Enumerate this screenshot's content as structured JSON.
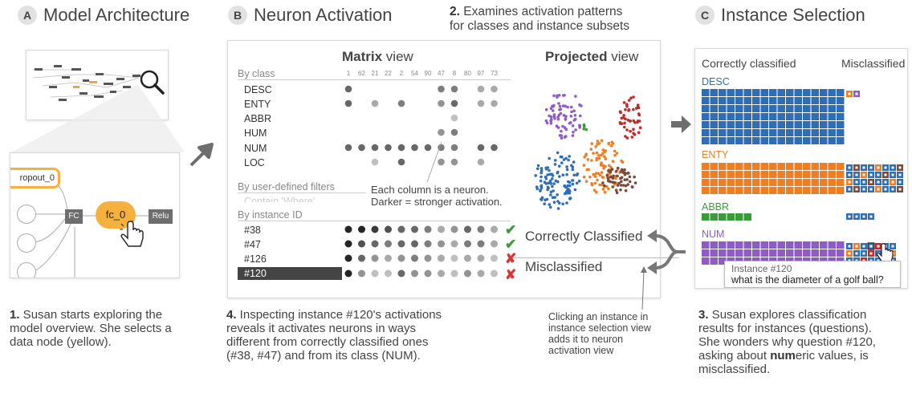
{
  "sections": {
    "a": {
      "letter": "A",
      "title": "Model Architecture"
    },
    "b": {
      "letter": "B",
      "title": "Neuron Activation"
    },
    "c": {
      "letter": "C",
      "title": "Instance Selection"
    }
  },
  "step2": {
    "num": "2.",
    "text": "Examines activation patterns",
    "text2": "for classes and instance subsets"
  },
  "model": {
    "nodes": {
      "dropout": "ropout_0",
      "fc": "FC",
      "fc0": "fc_0",
      "relu": "Relu"
    }
  },
  "activation": {
    "matrix_title_bold": "Matrix",
    "matrix_title_rest": " view",
    "projected_title_bold": "Projected",
    "projected_title_rest": " view",
    "by_class": "By class",
    "neuron_ids": [
      "1",
      "62",
      "21",
      "22",
      "2",
      "54",
      "90",
      "47",
      "8",
      "80",
      "97",
      "73"
    ],
    "classes": [
      "DESC",
      "ENTY",
      "ABBR",
      "HUM",
      "NUM",
      "LOC"
    ],
    "by_filters": "By user-defined filters",
    "filter_item": "Contain 'Where'",
    "by_instance": "By instance ID",
    "instances": [
      "#38",
      "#47",
      "#126",
      "#120"
    ],
    "annotation": "Each column is a neuron.",
    "annotation2": "Darker = stronger activation.",
    "correct_label": "Correctly Classified",
    "mis_label": "Misclassified"
  },
  "selection": {
    "correct_header": "Correctly classified",
    "mis_header": "Misclassified",
    "classes": [
      "DESC",
      "ENTY",
      "ABBR",
      "NUM"
    ],
    "tooltip_id": "Instance #120",
    "tooltip_q": "what is the diameter of a golf ball?",
    "colors": {
      "DESC": "#2f6db5",
      "ENTY": "#ef7d22",
      "ABBR": "#3a9b3a",
      "NUM": "#8e5cc4",
      "HUM": "#c62828",
      "LOC": "#7b4a3a"
    }
  },
  "captions": {
    "c1_num": "1.",
    "c1_l1": " Susan starts exploring the",
    "c1_l2": "model overview. She selects a",
    "c1_l3": "data node (yellow).",
    "c4_num": "4.",
    "c4_l1": " Inspecting  instance #120's activations",
    "c4_l2": "reveals it activates neurons in ways",
    "c4_l3": "different from correctly classified ones",
    "c4_l4": "(#38, #47) and from its class (NUM).",
    "click_l1": "Clicking  an instance in",
    "click_l2": "instance selection view",
    "click_l3": "adds it to neuron",
    "click_l4": "activation view",
    "c3_num": "3.",
    "c3_l1": " Susan explores  classification",
    "c3_l2": "results for instances (questions).",
    "c3_l3": "She wonders why question #120,",
    "c3_l4a": "asking about ",
    "c3_l4b": "num",
    "c3_l4c": "eric values, is",
    "c3_l5": "misclassified."
  }
}
